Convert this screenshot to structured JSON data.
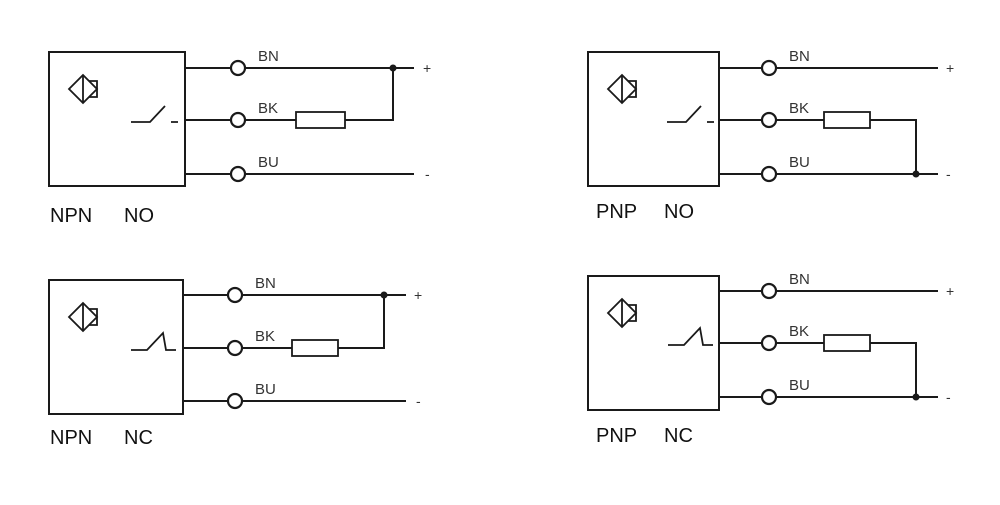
{
  "panels": [
    {
      "type": "NPN",
      "contact": "NO",
      "wires": {
        "top": "BN",
        "mid": "BK",
        "bot": "BU"
      },
      "supply": {
        "pos": "+",
        "neg": "-"
      }
    },
    {
      "type": "PNP",
      "contact": "NO",
      "wires": {
        "top": "BN",
        "mid": "BK",
        "bot": "BU"
      },
      "supply": {
        "pos": "+",
        "neg": "-"
      }
    },
    {
      "type": "NPN",
      "contact": "NC",
      "wires": {
        "top": "BN",
        "mid": "BK",
        "bot": "BU"
      },
      "supply": {
        "pos": "+",
        "neg": "-"
      }
    },
    {
      "type": "PNP",
      "contact": "NC",
      "wires": {
        "top": "BN",
        "mid": "BK",
        "bot": "BU"
      },
      "supply": {
        "pos": "+",
        "neg": "-"
      }
    }
  ]
}
